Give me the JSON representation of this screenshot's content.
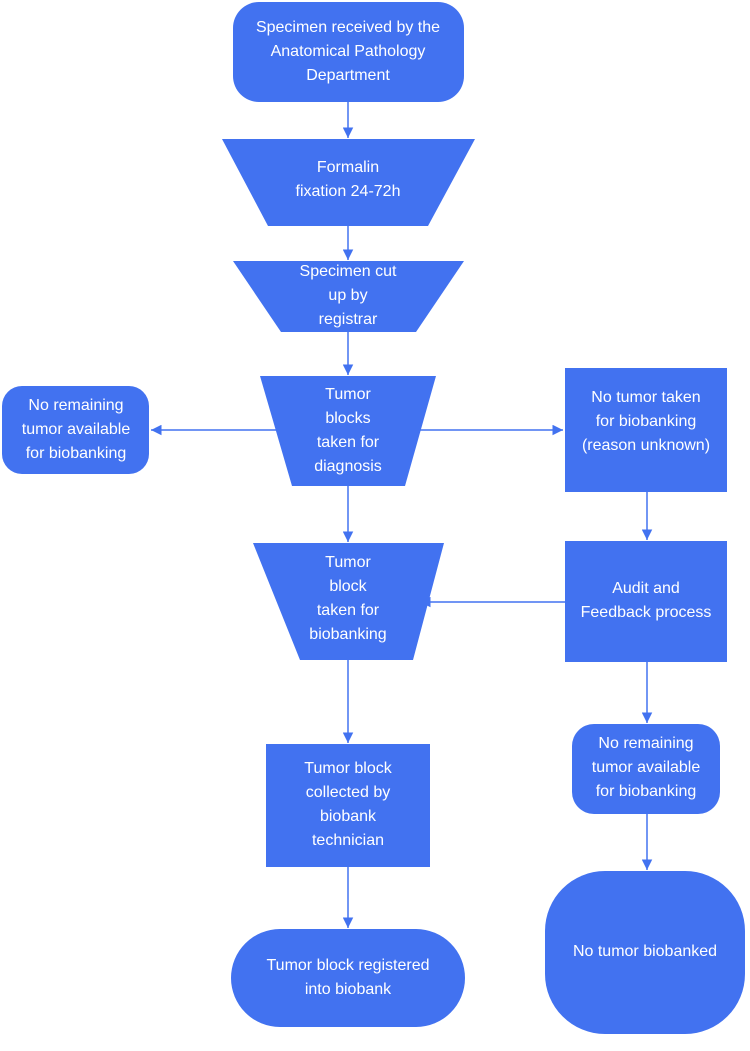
{
  "nodes": {
    "specimen_received": {
      "lines": [
        "Specimen received by the",
        "Anatomical Pathology",
        "Department"
      ]
    },
    "formalin_fixation": {
      "lines": [
        "Formalin",
        "fixation 24-72h"
      ]
    },
    "specimen_cut_up": {
      "lines": [
        "Specimen cut",
        "up by",
        "registrar"
      ]
    },
    "tumor_blocks_diagnosis": {
      "lines": [
        "Tumor",
        "blocks",
        "taken for",
        "diagnosis"
      ]
    },
    "no_remaining_left": {
      "lines": [
        "No remaining",
        "tumor available",
        "for biobanking"
      ]
    },
    "no_tumor_taken": {
      "lines": [
        "No tumor taken",
        "for biobanking",
        "(reason unknown)"
      ]
    },
    "tumor_block_biobanking": {
      "lines": [
        "Tumor",
        "block",
        "taken for",
        "biobanking"
      ]
    },
    "audit_feedback": {
      "lines": [
        "Audit and",
        "Feedback process"
      ]
    },
    "no_remaining_right": {
      "lines": [
        "No remaining",
        "tumor available",
        "for biobanking"
      ]
    },
    "tumor_block_collected": {
      "lines": [
        "Tumor block",
        "collected by",
        "biobank",
        "technician"
      ]
    },
    "tumor_block_registered": {
      "lines": [
        "Tumor block registered",
        "into biobank"
      ]
    },
    "no_tumor_biobanked": {
      "lines": [
        "No tumor biobanked"
      ]
    }
  },
  "colors": {
    "node_fill": "#4272f0",
    "text": "#ffffff",
    "connector": "#4272f0"
  }
}
